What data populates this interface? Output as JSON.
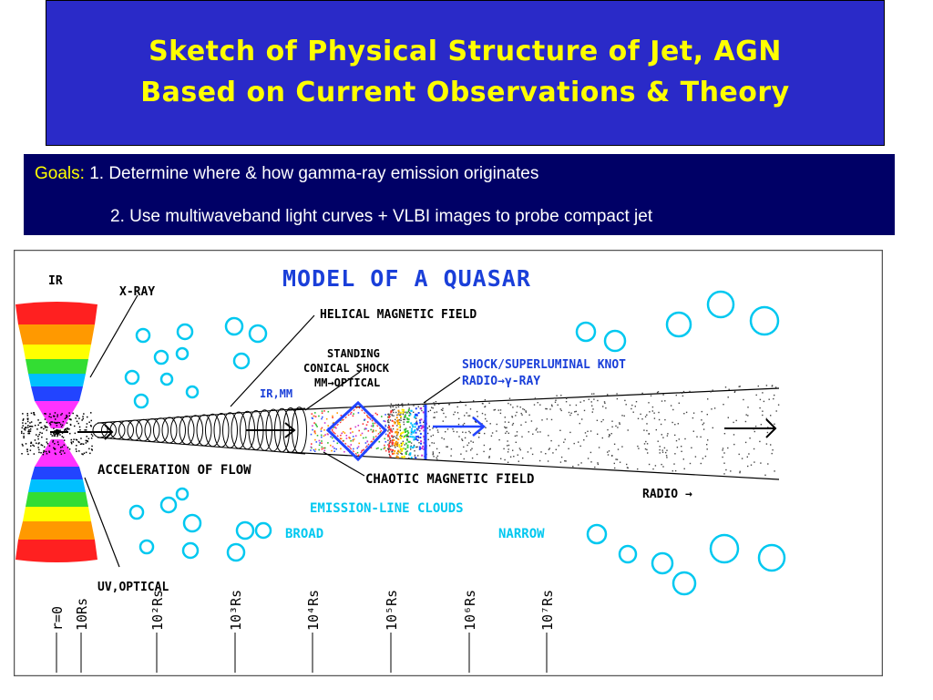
{
  "title": {
    "line1": "Sketch of Physical Structure of Jet, AGN",
    "line2": "Based on Current Observations & Theory"
  },
  "goals": {
    "label": "Goals:",
    "item1": "1. Determine where & how gamma-ray emission originates",
    "item2": "2. Use multiwaveband light curves + VLBI images to probe compact jet"
  },
  "figure": {
    "heading": "MODEL OF A QUASAR",
    "labels": {
      "ir": "IR",
      "xray": "X-RAY",
      "helical": "HELICAL MAGNETIC FIELD",
      "standing1": "STANDING",
      "standing2": "CONICAL SHOCK",
      "standing3": "MM→OPTICAL",
      "irmm": "IR,MM",
      "shock1": "SHOCK/SUPERLUMINAL KNOT",
      "shock2": "RADIO→γ-RAY",
      "acceleration": "ACCELERATION OF FLOW",
      "chaotic": "CHAOTIC MAGNETIC FIELD",
      "radio": "RADIO →",
      "emission": "EMISSION-LINE CLOUDS",
      "broad": "BROAD",
      "narrow": "NARROW",
      "uvoptical": "UV,OPTICAL"
    },
    "scale_ticks": [
      "r=0",
      "10Rs",
      "10²Rs",
      "10³Rs",
      "10⁴Rs",
      "10⁵Rs",
      "10⁶Rs",
      "10⁷Rs"
    ],
    "colors": {
      "label_blue": "#1a3fd9",
      "cloud_cyan": "#00c8f0",
      "background": "#2a2ac8",
      "goals_background": "#000066",
      "title_text": "#ffff00"
    }
  }
}
